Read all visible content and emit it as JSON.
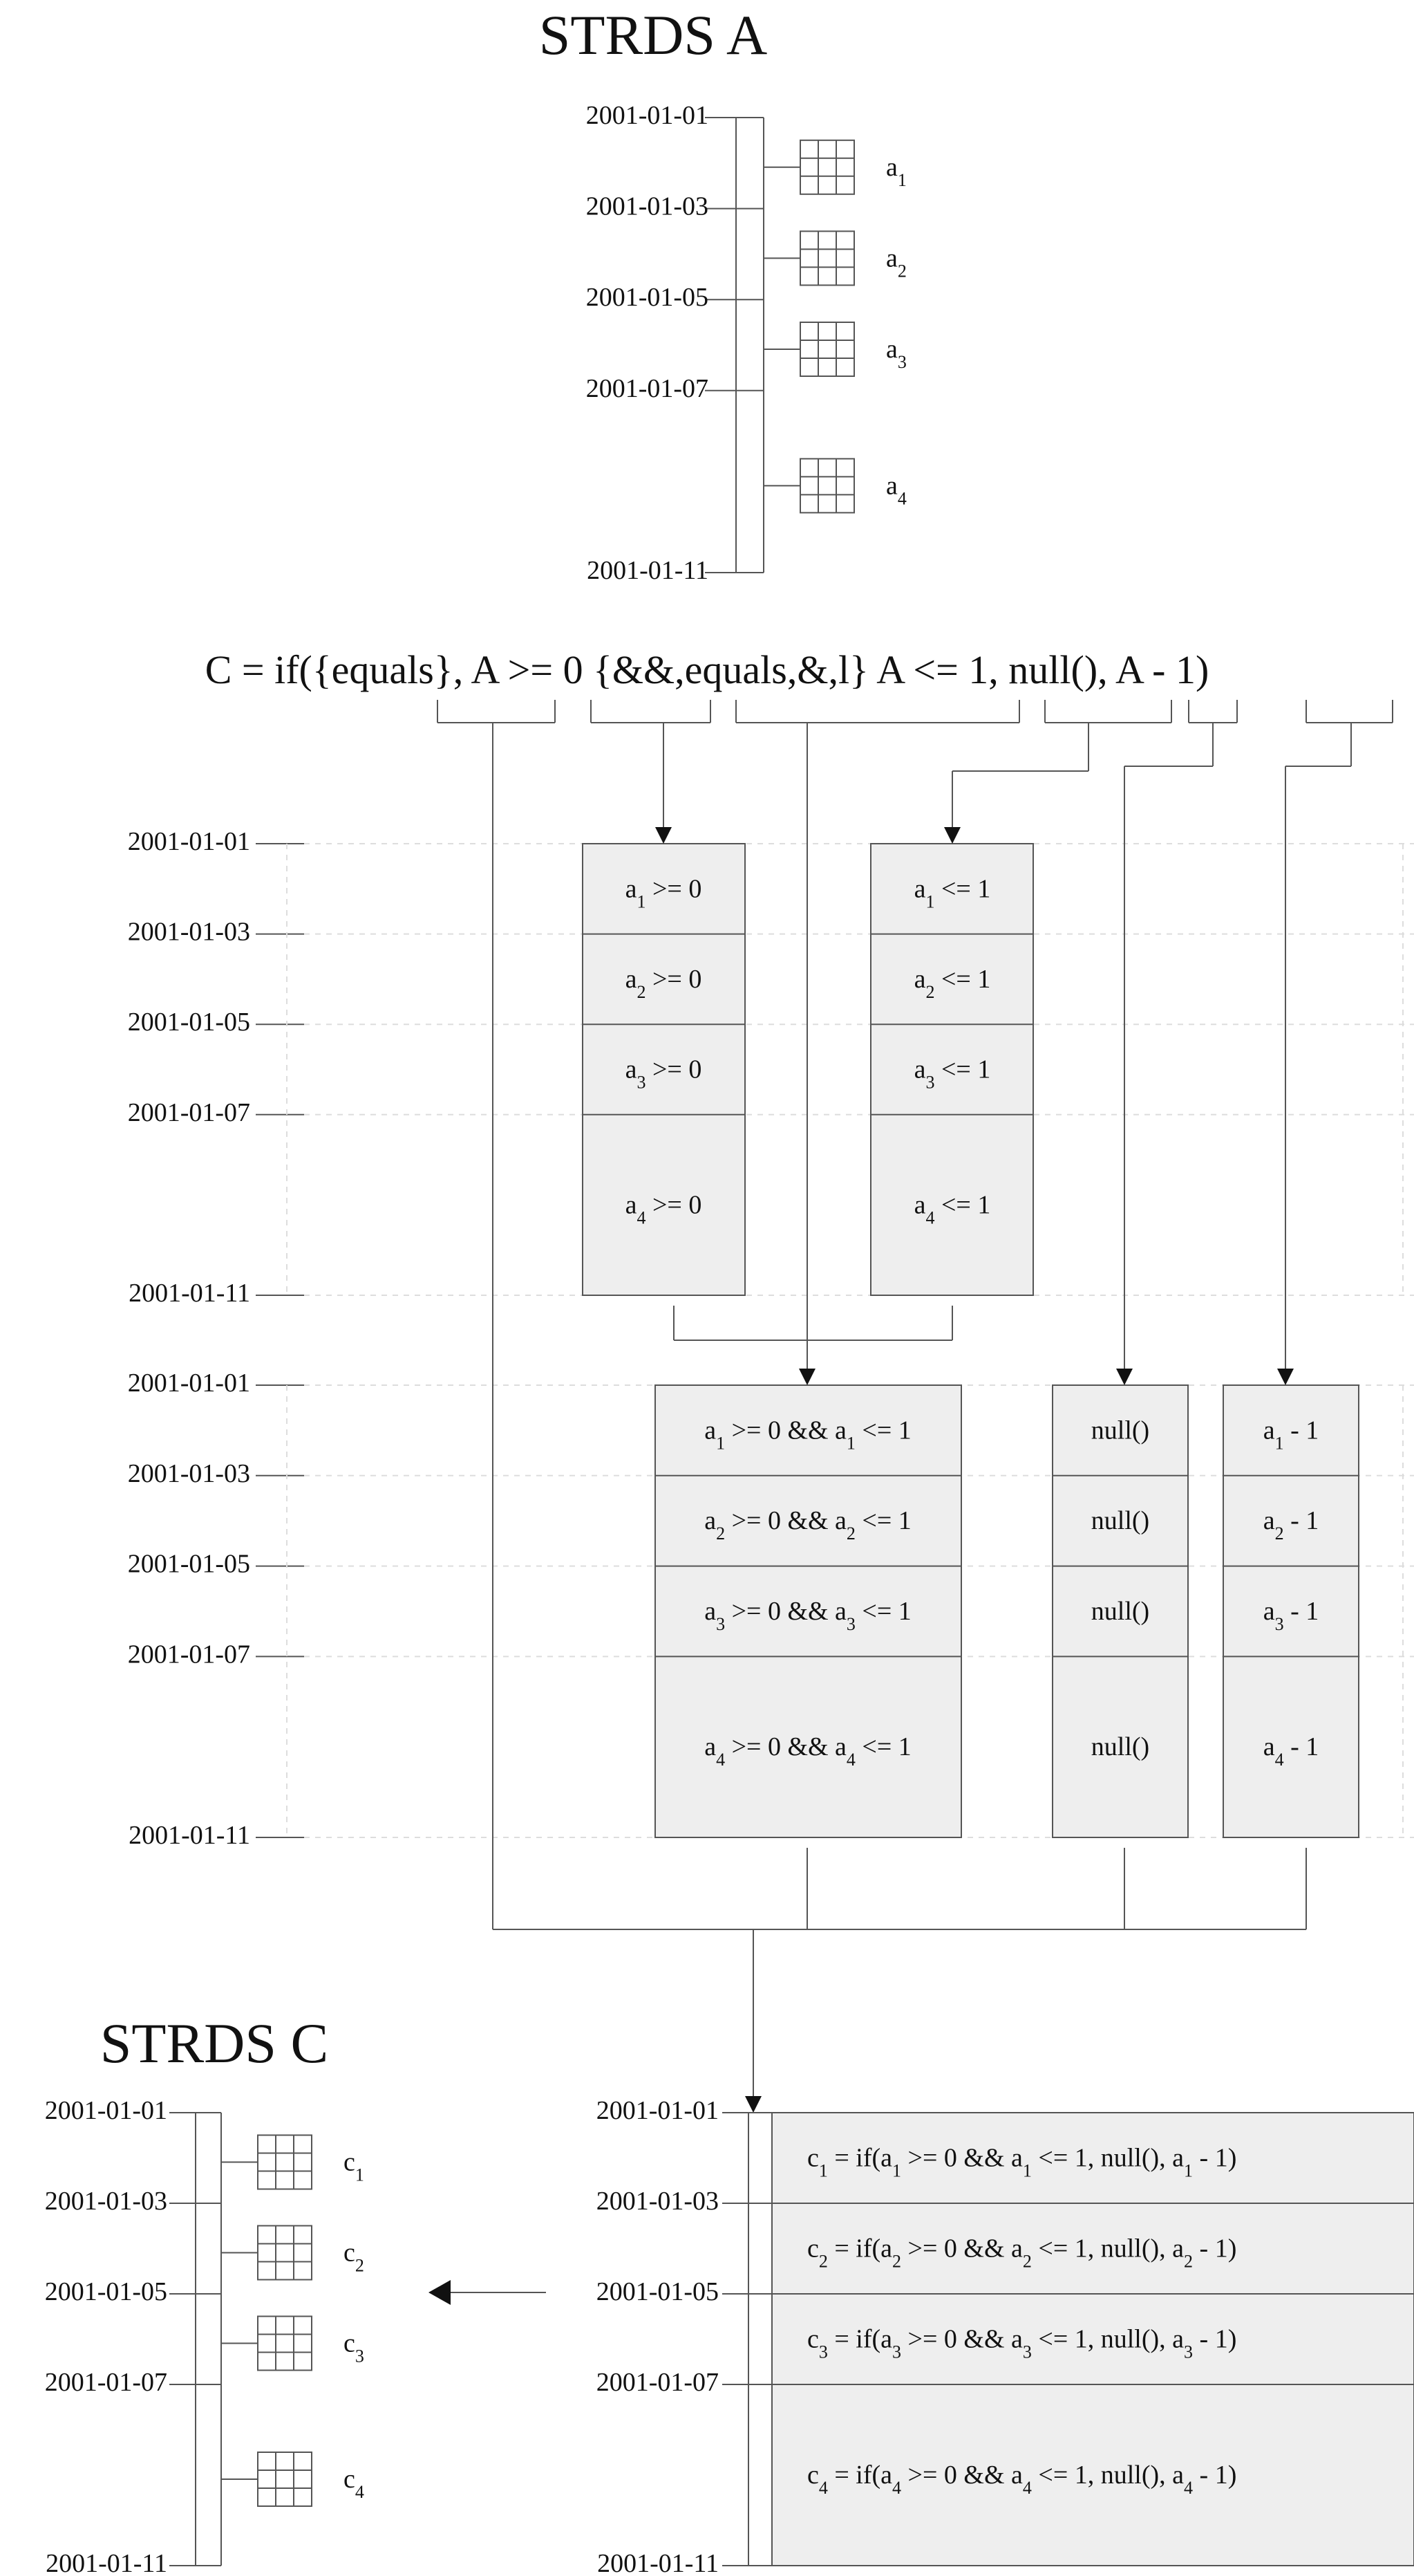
{
  "strds_a": {
    "title": "STRDS A",
    "dates": [
      "2001-01-01",
      "2001-01-03",
      "2001-01-05",
      "2001-01-07",
      "2001-01-11"
    ],
    "maps": [
      {
        "sym": "a",
        "idx": "1"
      },
      {
        "sym": "a",
        "idx": "2"
      },
      {
        "sym": "a",
        "idx": "3"
      },
      {
        "sym": "a",
        "idx": "4"
      }
    ]
  },
  "expression": "C = if({equals}, A >= 0 {&&,equals,&,l} A <= 1, null(), A - 1)",
  "timeline_dates": [
    "2001-01-01",
    "2001-01-03",
    "2001-01-05",
    "2001-01-07",
    "2001-01-11"
  ],
  "stage1": {
    "ge": [
      {
        "sym": "a",
        "idx": "1",
        "rest": " >= 0"
      },
      {
        "sym": "a",
        "idx": "2",
        "rest": " >= 0"
      },
      {
        "sym": "a",
        "idx": "3",
        "rest": "  >= 0"
      },
      {
        "sym": "a",
        "idx": "4",
        "rest": " >= 0"
      }
    ],
    "le": [
      {
        "sym": "a",
        "idx": "1",
        "rest": " <= 1"
      },
      {
        "sym": "a",
        "idx": "2",
        "rest": " <= 1"
      },
      {
        "sym": "a",
        "idx": "3",
        "rest": "  <= 1"
      },
      {
        "sym": "a",
        "idx": "4",
        "rest": " <= 1"
      }
    ]
  },
  "stage2": {
    "cond": [
      {
        "idx": "1",
        "left": "a",
        "mid": " >= 0 && a",
        "right": " <= 1"
      },
      {
        "idx": "2",
        "left": "a",
        "mid": " >= 0 && a",
        "right": " <= 1"
      },
      {
        "idx": "3",
        "left": "a",
        "mid": " >= 0 && a",
        "right": " <= 1"
      },
      {
        "idx": "4",
        "left": "a",
        "mid": " >= 0 && a",
        "right": " <= 1"
      }
    ],
    "null": [
      "null()",
      "null()",
      "null()",
      "null()"
    ],
    "minus": [
      {
        "sym": "a",
        "idx": "1",
        "rest": " - 1"
      },
      {
        "sym": "a",
        "idx": "2",
        "rest": " - 1"
      },
      {
        "sym": "a",
        "idx": "3",
        "rest": " - 1"
      },
      {
        "sym": "a",
        "idx": "4",
        "rest": " - 1"
      }
    ]
  },
  "result": {
    "dates": [
      "2001-01-01",
      "2001-01-03",
      "2001-01-05",
      "2001-01-07",
      "2001-01-11"
    ],
    "rows": [
      {
        "idx": "1",
        "p1": "c",
        "p2": " = if(a",
        "p3": " >= 0 && a",
        "p4": " <= 1, null(), a",
        "p5": " - 1)"
      },
      {
        "idx": "2",
        "p1": "c",
        "p2": " = if(a",
        "p3": " >= 0 && a",
        "p4": " <= 1, null(), a",
        "p5": " - 1)"
      },
      {
        "idx": "3",
        "p1": "c",
        "p2": " = if(a",
        "p3": " >= 0 && a",
        "p4": " <= 1, null(), a",
        "p5": " - 1)"
      },
      {
        "idx": "4",
        "p1": "c",
        "p2": " = if(a",
        "p3": " >= 0 && a",
        "p4": " <= 1, null(), a",
        "p5": " - 1)"
      }
    ]
  },
  "strds_c": {
    "title": "STRDS C",
    "dates": [
      "2001-01-01",
      "2001-01-03",
      "2001-01-05",
      "2001-01-07",
      "2001-01-11"
    ],
    "maps": [
      {
        "sym": "c",
        "idx": "1"
      },
      {
        "sym": "c",
        "idx": "2"
      },
      {
        "sym": "c",
        "idx": "3"
      },
      {
        "sym": "c",
        "idx": "4"
      }
    ]
  }
}
